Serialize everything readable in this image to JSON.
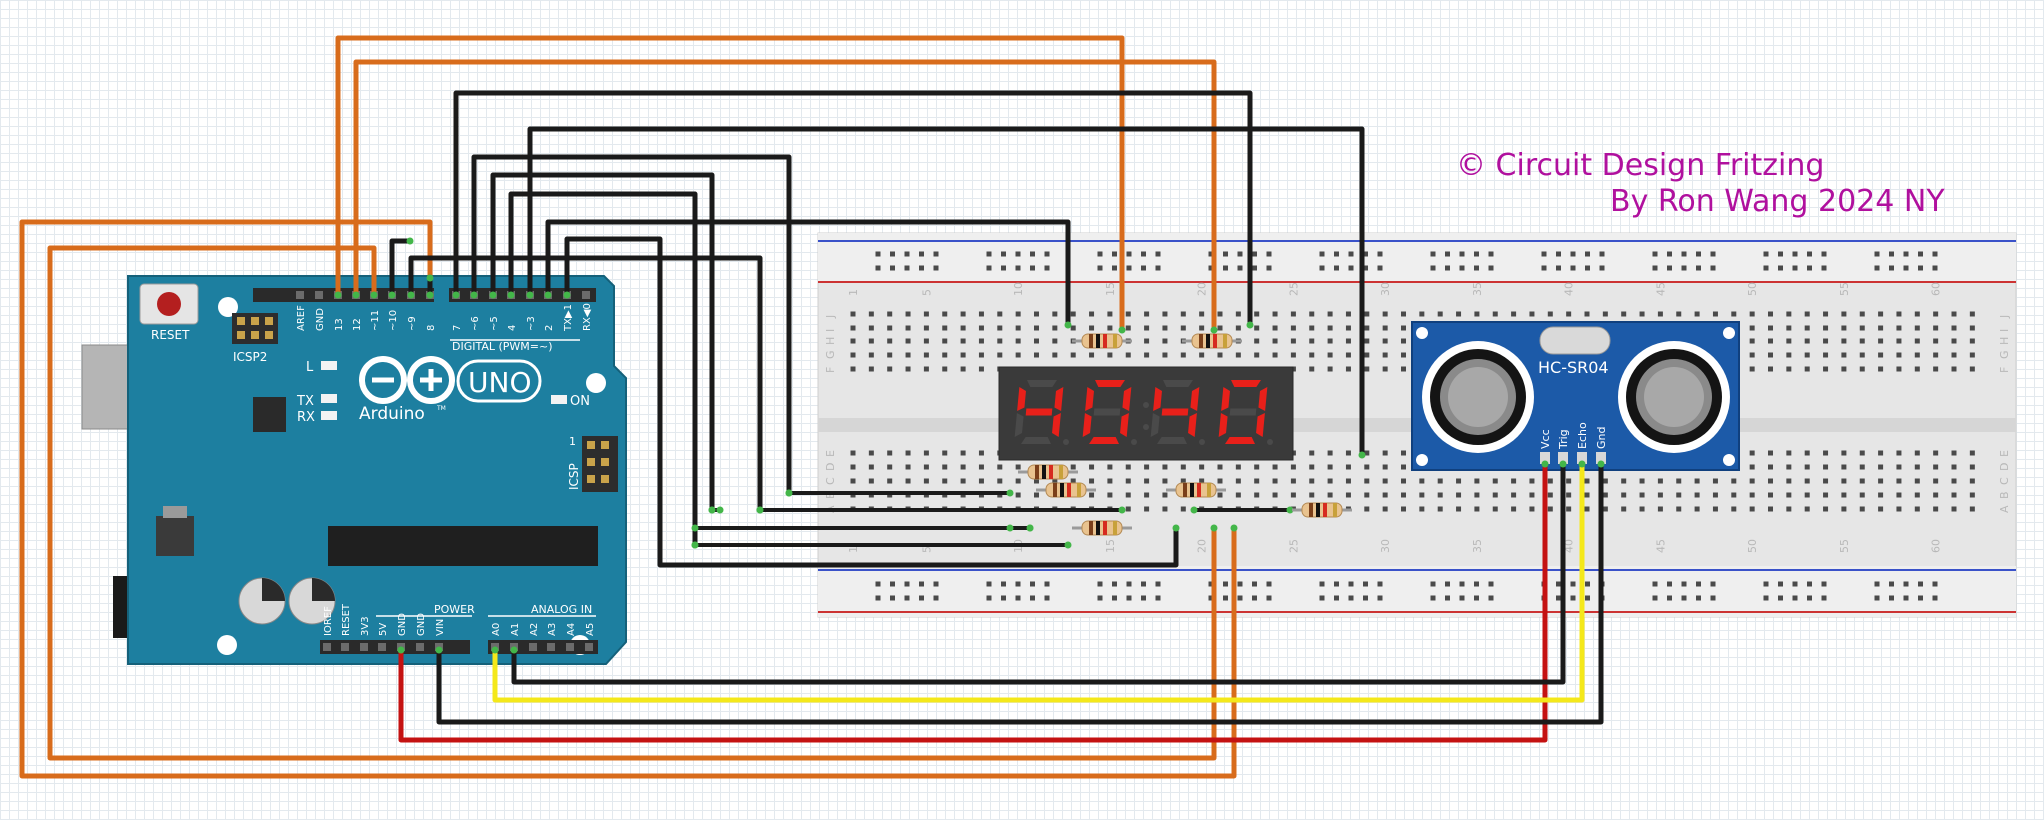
{
  "credits": {
    "line1": "© Circuit Design Fritzing",
    "line2": "By Ron Wang 2024 NY"
  },
  "arduino": {
    "reset_label": "RESET",
    "icsp2_label": "ICSP2",
    "icsp_label": "ICSP",
    "l_label": "L",
    "tx_label": "TX",
    "rx_label": "RX",
    "on_label": "ON",
    "brand": "Arduino",
    "trademark": "TM",
    "model": "UNO",
    "digital_label": "DIGITAL (PWM=~)",
    "power_label": "POWER",
    "analog_label": "ANALOG IN",
    "one_label": "1",
    "digital_pins": [
      "AREF",
      "GND",
      "13",
      "12",
      "~11",
      "~10",
      "~9",
      "8",
      "7",
      "~6",
      "~5",
      "4",
      "~3",
      "2",
      "TX▶1",
      "RX◀0"
    ],
    "power_pins": [
      "IOREF",
      "RESET",
      "3V3",
      "5V",
      "GND",
      "GND",
      "VIN"
    ],
    "analog_pins": [
      "A0",
      "A1",
      "A2",
      "A3",
      "A4",
      "A5"
    ]
  },
  "sensor": {
    "model": "HC-SR04",
    "pins": [
      "Vcc",
      "Trig",
      "Echo",
      "Gnd"
    ]
  },
  "display": {
    "digits": [
      "4",
      "0",
      "4",
      "0"
    ]
  },
  "breadboard": {
    "column_numbers": [
      "1",
      "5",
      "10",
      "15",
      "20",
      "25",
      "30",
      "35",
      "40",
      "45",
      "50",
      "55",
      "60"
    ],
    "row_letters_top": [
      "J",
      "I",
      "H",
      "G",
      "F"
    ],
    "row_letters_bottom": [
      "E",
      "D",
      "C",
      "B",
      "A"
    ]
  },
  "colors": {
    "board": "#1d7fa0",
    "wire_orange": "#d86c1c",
    "wire_black": "#1a1a1a",
    "wire_red": "#c41212",
    "wire_yellow": "#f4e81a",
    "segment_on": "#e8201a",
    "credit": "#b0109e"
  }
}
